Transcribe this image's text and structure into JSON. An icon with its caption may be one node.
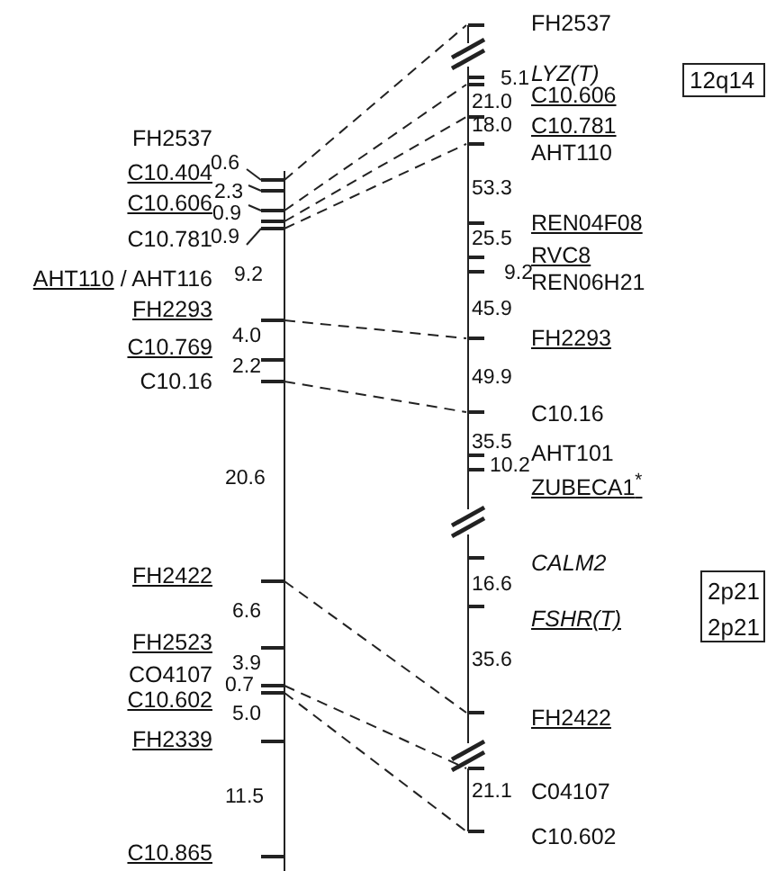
{
  "diagram": {
    "nodes": [
      {
        "text": [],
        "shape": "bar",
        "beside": [
          "FH2537"
        ]
      },
      {
        "text": [],
        "shape": "bar",
        "beside": [
          "C10.404"
        ]
      },
      {
        "text": [],
        "shape": "bar",
        "beside": [
          "C10.606"
        ]
      },
      {
        "text": [],
        "shape": "bar",
        "beside": [
          "C10.781"
        ]
      },
      {
        "text": [],
        "shape": "bar",
        "beside": [
          "AHT110",
          "/ AHT116"
        ]
      },
      {
        "text": [],
        "shape": "bar",
        "beside": [
          "FH2293"
        ]
      },
      {
        "text": [],
        "shape": "bar",
        "beside": [
          "C10.769"
        ]
      },
      {
        "text": [],
        "shape": "bar",
        "beside": [
          "C10.16"
        ]
      },
      {
        "text": [],
        "shape": "bar",
        "beside": [
          "FH2422"
        ]
      },
      {
        "text": [],
        "shape": "bar",
        "beside": [
          "FH2523"
        ]
      },
      {
        "text": [],
        "shape": "bar",
        "beside": [
          "CO4107"
        ]
      },
      {
        "text": [],
        "shape": "bar",
        "beside": [
          "C10.602"
        ]
      },
      {
        "text": [],
        "shape": "bar",
        "beside": [
          "FH2339"
        ]
      },
      {
        "text": [],
        "shape": "bar",
        "beside": [
          "C10.865"
        ]
      },
      {
        "text": [],
        "shape": "bar",
        "beside": [
          "FH2537"
        ]
      },
      {
        "text": [],
        "shape": "bar",
        "beside": [
          "LYZ(T)"
        ]
      },
      {
        "text": [],
        "shape": "bar",
        "beside": [
          "C10.606"
        ]
      },
      {
        "text": [],
        "shape": "bar",
        "beside": [
          "C10.781"
        ]
      },
      {
        "text": [],
        "shape": "bar",
        "beside": [
          "AHT110"
        ]
      },
      {
        "text": [],
        "shape": "bar",
        "beside": [
          "REN04F08"
        ]
      },
      {
        "text": [],
        "shape": "bar",
        "beside": [
          "RVC8"
        ]
      },
      {
        "text": [],
        "shape": "bar",
        "beside": [
          "REN06H21"
        ]
      },
      {
        "text": [],
        "shape": "bar",
        "beside": [
          "FH2293"
        ]
      },
      {
        "text": [],
        "shape": "bar",
        "beside": [
          "C10.16"
        ]
      },
      {
        "text": [],
        "shape": "bar",
        "beside": [
          "AHT101"
        ]
      },
      {
        "text": [],
        "shape": "bar",
        "beside": [
          "ZUBECA1$^{*}$"
        ]
      },
      {
        "text": [],
        "shape": "bar",
        "beside": [
          "CALM2"
        ]
      },
      {
        "text": [],
        "shape": "bar",
        "beside": [
          "FSHR(T)"
        ]
      },
      {
        "text": [],
        "shape": "bar",
        "beside": [
          "FH2422"
        ]
      },
      {
        "text": [],
        "shape": "bar",
        "beside": [
          "C04107"
        ]
      },
      {
        "text": [],
        "shape": "bar",
        "beside": [
          "C10.602"
        ]
      },
      {
        "text": [
          "12q14"
        ]
      },
      {
        "text": [
          "2p21",
          "2p21"
        ]
      }
    ],
    "edges": [
      {
        "from": 0,
        "to": 14,
        "arrow": "none",
        "style": "dashed"
      },
      {
        "from": 2,
        "to": 16,
        "arrow": "none",
        "style": "dashed"
      },
      {
        "from": 3,
        "to": 17,
        "arrow": "none",
        "style": "dashed"
      },
      {
        "from": 4,
        "to": 18,
        "arrow": "none",
        "style": "dashed"
      },
      {
        "from": 5,
        "to": 22,
        "arrow": "none",
        "style": "dashed"
      },
      {
        "from": 7,
        "to": 23,
        "arrow": "none",
        "style": "dashed"
      },
      {
        "from": 8,
        "to": 28,
        "arrow": "none",
        "style": "dashed"
      },
      {
        "from": 10,
        "to": 29,
        "arrow": "none",
        "style": "dashed"
      },
      {
        "from": 11,
        "to": 30,
        "arrow": "none",
        "style": "dashed"
      }
    ],
    "labels": [
      "0.6",
      "2.3",
      "0.9",
      "0.9",
      "9.2",
      "4.0",
      "2.2",
      "20.6",
      "6.6",
      "3.9",
      "0.7",
      "5.0",
      "11.5",
      "5.1",
      "21.0",
      "18.0",
      "53.3",
      "25.5",
      "9.2",
      "45.9",
      "49.9",
      "35.5",
      "10.2",
      "16.6",
      "35.6",
      "21.1"
    ]
  }
}
